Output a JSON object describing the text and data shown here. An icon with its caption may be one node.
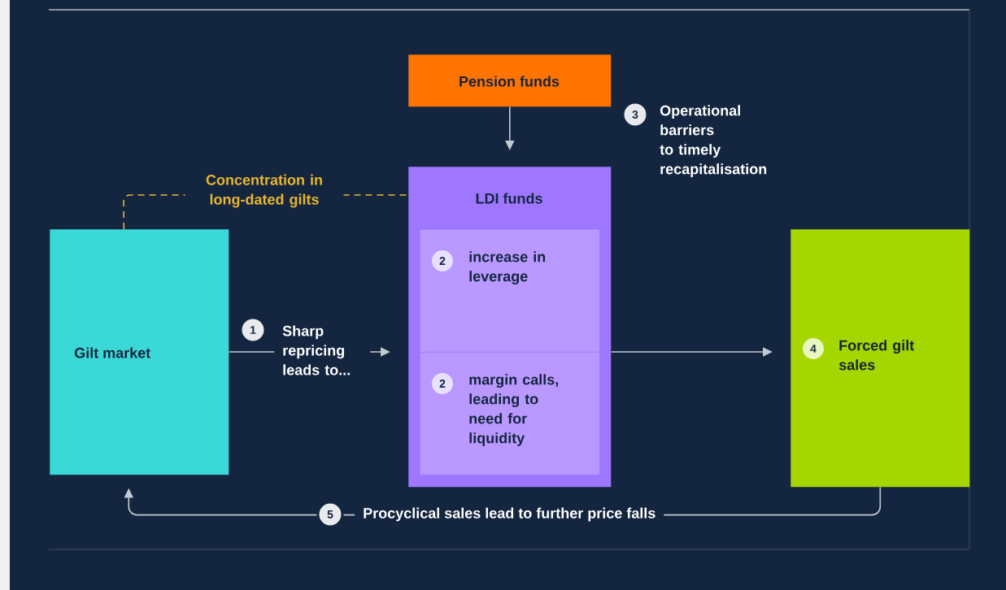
{
  "diagram": {
    "nodes": [
      {
        "text": [
          "Pension funds"
        ]
      },
      {
        "text": [
          "LDI funds"
        ]
      },
      {
        "text": [
          "2",
          "increase in leverage"
        ],
        "in": 1
      },
      {
        "text": [
          "2",
          "margin calls, leading to need for liquidity"
        ],
        "in": 1
      },
      {
        "text": [
          "Gilt market"
        ]
      },
      {
        "text": [
          "4",
          "Forced gilt sales"
        ]
      }
    ],
    "edges": [
      {
        "from": 0,
        "to": 1,
        "arrow": "to"
      },
      {
        "from": 4,
        "to": 1,
        "arrow": "to",
        "label": "Sharp repricing leads to..."
      },
      {
        "from": 1,
        "to": 5,
        "arrow": "to"
      },
      {
        "from": 5,
        "to": 4,
        "arrow": "to",
        "label": "Procyclical sales lead to further price falls"
      },
      {
        "from": 4,
        "to": 1,
        "arrow": "none",
        "label": "Concentration in long-dated gilts",
        "style": "dashed",
        "color": "#e8b730"
      }
    ],
    "labels": [
      "3",
      "Operational barriers to timely recapitalisation",
      "1",
      "5"
    ]
  }
}
